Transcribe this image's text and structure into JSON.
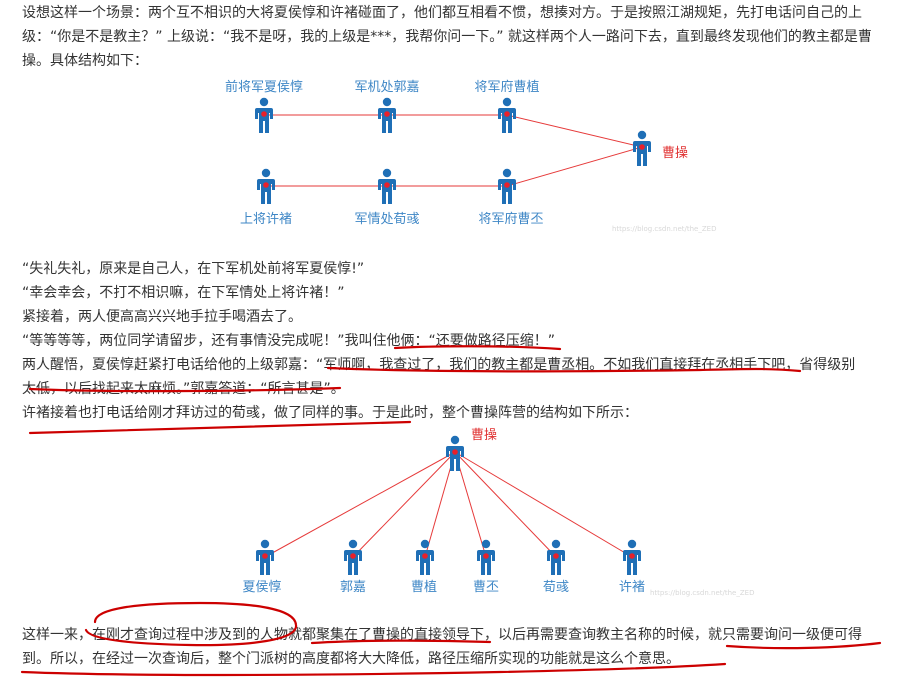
{
  "intro": "设想这样一个场景：两个互不相识的大将夏侯惇和许褚碰面了，他们都互相看不惯，想揍对方。于是按照江湖规矩，先打电话问自己的上级：“你是不是教主？” 上级说：“我不是呀，我的上级是***，我帮你问一下。” 就这样两个人一路问下去，直到最终发现他们的教主都是曹操。具体结构如下：",
  "diagram1": {
    "top_labels": [
      "前将军夏侯惇",
      "军机处郭嘉",
      "将军府曹植"
    ],
    "bottom_labels": [
      "上将许褚",
      "军情处荀彧",
      "将军府曹丕"
    ],
    "root_label": "曹操",
    "watermark": "https://blog.csdn.net/the_ZED"
  },
  "dialog": [
    "“失礼失礼，原来是自己人，在下军机处前将军夏侯惇!”",
    "“幸会幸会，不打不相识嘛，在下军情处上将许褚！”",
    "紧接着，两人便高高兴兴地手拉手喝酒去了。",
    "“等等等等，两位同学请留步，还有事情没完成呢！”我叫住他俩：“还要做路径压缩！”",
    "两人醒悟，夏侯惇赶紧打电话给他的上级郭嘉：“军师啊，我查过了，我们的教主都是曹丞相。不如我们直接拜在丞相手下吧，省得级别",
    "太低，以后找起来太麻烦。”郭嘉答道：“所言甚是”。",
    "许褚接着也打电话给刚才拜访过的荀彧，做了同样的事。于是此时，整个曹操阵营的结构如下所示："
  ],
  "diagram2": {
    "root_label": "曹操",
    "child_labels": [
      "夏侯惇",
      "郭嘉",
      "曹植",
      "曹丕",
      "荀彧",
      "许褚"
    ],
    "watermark": "https://blog.csdn.net/the_ZED"
  },
  "conclusion": [
    "这样一来，在刚才查询过程中涉及到的人物就都聚集在了曹操的直接领导下，以后再需要查询教主名称的时候，就只需要询问一级便可得",
    "到。所以，在经过一次查询后，整个门派树的高度都将大大降低，路径压缩所实现的功能就是这么个意思。"
  ],
  "colors": {
    "text": "#333333",
    "figure_blue": "#1f6fb6",
    "heart_red": "#e8202a",
    "edge_red": "#e63a3a",
    "label_blue": "#3f87c6",
    "label_red": "#e03030",
    "ink_red": "#cc0000"
  }
}
